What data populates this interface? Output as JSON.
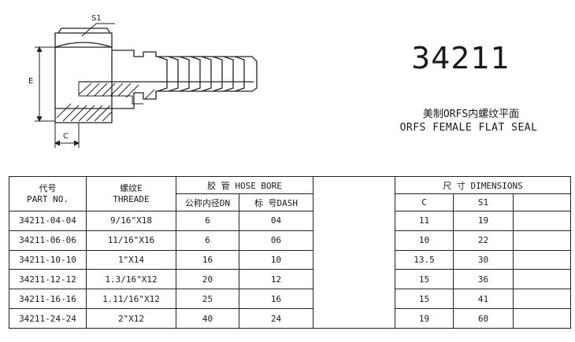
{
  "drawing": {
    "labels": {
      "s1": "S1",
      "e": "E",
      "c": "C"
    }
  },
  "header": {
    "part_number": "34211",
    "title_cn": "美制ORFS内螺纹平面",
    "title_en": "ORFS FEMALE FLAT SEAL"
  },
  "table": {
    "headers": {
      "part_no_cn": "代号",
      "part_no_en": "PART NO.",
      "thread_cn": "螺纹E",
      "thread_en": "THREADE",
      "hose_bore": "胶  管 HOSE BORE",
      "dn": "公称内径DN",
      "dash": "标 号DASH",
      "dimensions": "尺  寸 DIMENSIONS",
      "c": "C",
      "s1": "S1"
    },
    "rows": [
      {
        "part_no": "34211-04-04",
        "thread": "9/16\"X18",
        "dn": "6",
        "dash": "04",
        "c": "11",
        "s1": "19"
      },
      {
        "part_no": "34211-06-06",
        "thread": "11/16\"X16",
        "dn": "6",
        "dash": "06",
        "c": "10",
        "s1": "22"
      },
      {
        "part_no": "34211-10-10",
        "thread": "1\"X14",
        "dn": "16",
        "dash": "10",
        "c": "13.5",
        "s1": "30"
      },
      {
        "part_no": "34211-12-12",
        "thread": "1.3/16\"X12",
        "dn": "20",
        "dash": "12",
        "c": "15",
        "s1": "36"
      },
      {
        "part_no": "34211-16-16",
        "thread": "1.11/16\"X12",
        "dn": "25",
        "dash": "16",
        "c": "15",
        "s1": "41"
      },
      {
        "part_no": "34211-24-24",
        "thread": "2\"X12",
        "dn": "40",
        "dash": "24",
        "c": "19",
        "s1": "60"
      }
    ]
  }
}
